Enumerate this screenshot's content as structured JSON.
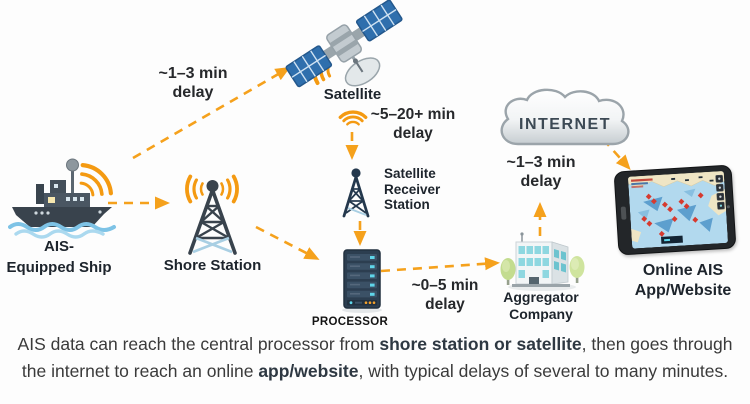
{
  "colors": {
    "accent_orange": "#F5A11C",
    "dark_slate": "#39434d",
    "server_navy": "#2c3e50",
    "cyan_light": "#5fd6ea",
    "cloud_stroke": "#9ba4aa",
    "marker_red": "#d63a2f",
    "water_blue": "#b2d9ee",
    "land_tan": "#efe5c4"
  },
  "icons": [
    "ship-icon",
    "radio-waves-icon",
    "shore-tower-icon",
    "satellite-icon",
    "receiver-tower-icon",
    "server-icon",
    "office-building-icon",
    "cloud-icon",
    "tablet-map-icon",
    "arrow-icon"
  ],
  "nodes": {
    "ship": {
      "label1": "AIS-",
      "label2": "Equipped Ship"
    },
    "shore_station": {
      "label": "Shore Station"
    },
    "satellite": {
      "label": "Satellite"
    },
    "receiver": {
      "label1": "Satellite",
      "label2": "Receiver",
      "label3": "Station"
    },
    "processor": {
      "label": "PROCESSOR"
    },
    "aggregator": {
      "label1": "Aggregator",
      "label2": "Company"
    },
    "internet": {
      "label": "INTERNET"
    },
    "online_app": {
      "label1": "Online AIS",
      "label2": "App/Website"
    }
  },
  "delays": {
    "ship_satellite": {
      "line1": "~1–3 min",
      "line2": "delay"
    },
    "satellite_receiver": {
      "line1": "~5–20+ min",
      "line2": "delay"
    },
    "processor_aggregator": {
      "line1": "~0–5 min",
      "line2": "delay"
    },
    "internet_app": {
      "line1": "~1–3 min",
      "line2": "delay"
    }
  },
  "caption": {
    "line1": {
      "pre": "AIS data can reach the central processor from ",
      "bold": "shore station or satellite",
      "post": ", then goes through"
    },
    "line2": {
      "pre": "the internet to reach an online ",
      "bold": "app/website",
      "post": ", with typical delays of several to many minutes."
    }
  }
}
